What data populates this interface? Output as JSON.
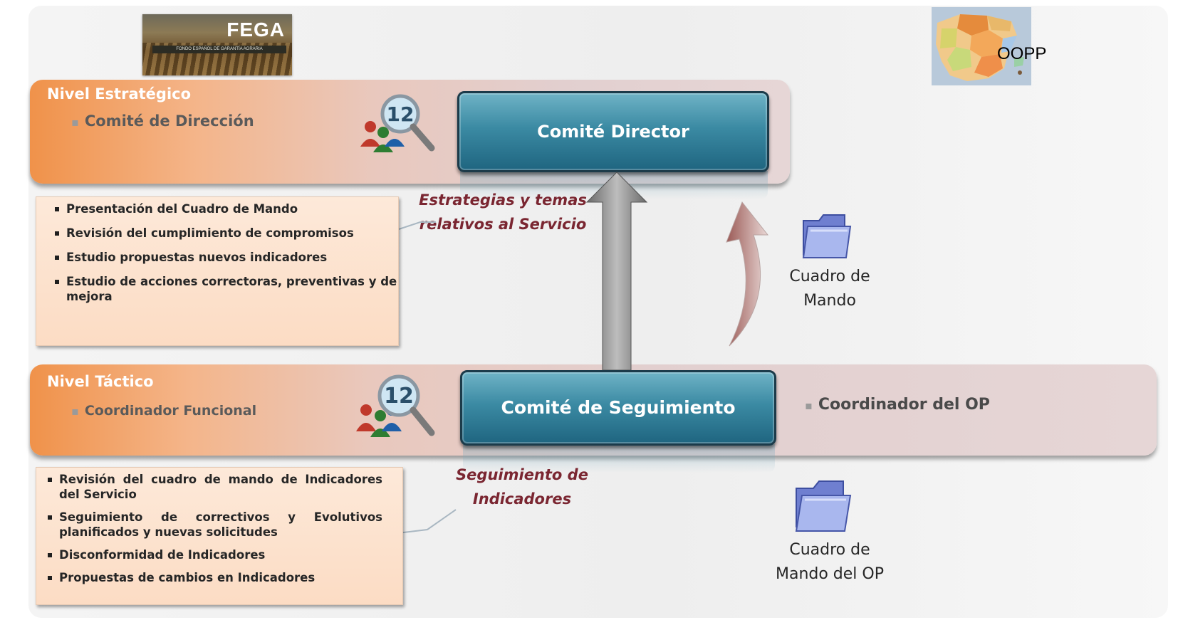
{
  "logo": {
    "name": "FEGA",
    "subtitle": "FONDO ESPAÑOL DE GARANTÍA AGRARIA"
  },
  "map_label": "OOPP",
  "strategic": {
    "title": "Nivel Estratégico",
    "subtitle": "Comité de Dirección",
    "committee": "Comité Director",
    "caption": [
      "Estrategias y temas",
      "relativos al Servicio"
    ],
    "items": [
      "Presentación del Cuadro de Mando",
      "Revisión del cumplimiento de compromisos",
      "Estudio propuestas nuevos indicadores",
      "Estudio de acciones correctoras, preventivas y de mejora"
    ]
  },
  "tactical": {
    "title": "Nivel Táctico",
    "subtitle": "Coordinador Funcional",
    "committee": "Comité de Seguimiento",
    "right_label": "Coordinador del OP",
    "caption": [
      "Seguimiento de",
      "Indicadores"
    ],
    "items": [
      "Revisión del cuadro de mando de Indicadores del Servicio",
      "Seguimiento de correctivos y Evolutivos planificados y nuevas solicitudes",
      "Disconformidad de Indicadores",
      "Propuestas de cambios en Indicadores"
    ]
  },
  "folders": {
    "top": [
      "Cuadro de",
      "Mando"
    ],
    "bottom": [
      "Cuadro de",
      "Mando del OP"
    ]
  },
  "icons": {
    "users_magnifier": "users-magnifier-icon",
    "folder": "folder-icon",
    "up_arrow": "up-arrow",
    "curved_arrow": "curved-arrow"
  },
  "colors": {
    "band_orange": "#f0924a",
    "committee_blue": "#2f7f99",
    "caption_red": "#7a2631",
    "box_fill": "#fde9d9"
  }
}
